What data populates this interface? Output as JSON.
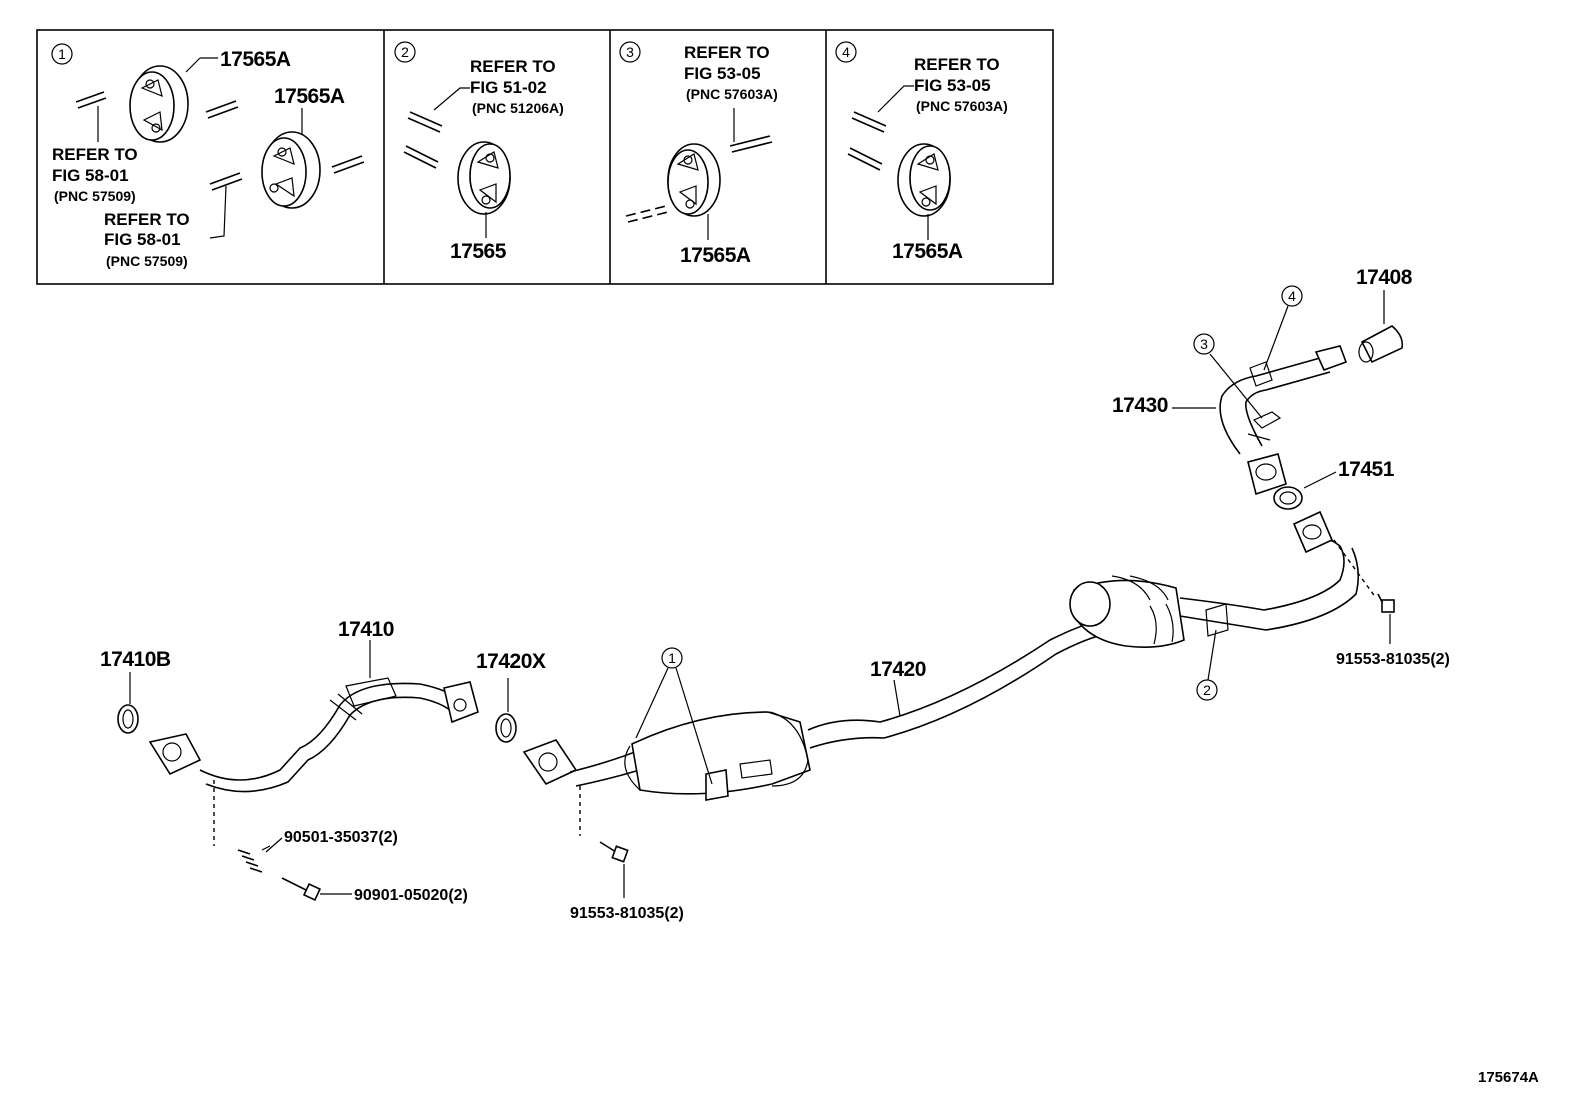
{
  "diagram_id": "175674A",
  "insets": [
    {
      "number": "1",
      "parts": [
        "17565A",
        "17565A"
      ],
      "refer_1": {
        "refer": "REFER TO",
        "fig": "FIG 58-01",
        "pnc": "(PNC 57509)"
      },
      "refer_2": {
        "refer": "REFER TO",
        "fig": "FIG 58-01",
        "pnc": "(PNC 57509)"
      }
    },
    {
      "number": "2",
      "part": "17565",
      "refer": {
        "refer": "REFER TO",
        "fig": "FIG 51-02",
        "pnc": "(PNC 51206A)"
      }
    },
    {
      "number": "3",
      "part": "17565A",
      "refer": {
        "refer": "REFER TO",
        "fig": "FIG 53-05",
        "pnc": "(PNC 57603A)"
      }
    },
    {
      "number": "4",
      "part": "17565A",
      "refer": {
        "refer": "REFER TO",
        "fig": "FIG 53-05",
        "pnc": "(PNC 57603A)"
      }
    }
  ],
  "main_labels": {
    "p17408": "17408",
    "p17430": "17430",
    "p17451": "17451",
    "p17410": "17410",
    "p17410B": "17410B",
    "p17420X": "17420X",
    "p17420": "17420",
    "bolt_front": "90501-35037(2)",
    "bolt_front2": "90901-05020(2)",
    "bolt_mid": "91553-81035(2)",
    "bolt_rear": "91553-81035(2)"
  },
  "callouts": {
    "c1": "1",
    "c2": "2",
    "c3": "3",
    "c4": "4"
  }
}
